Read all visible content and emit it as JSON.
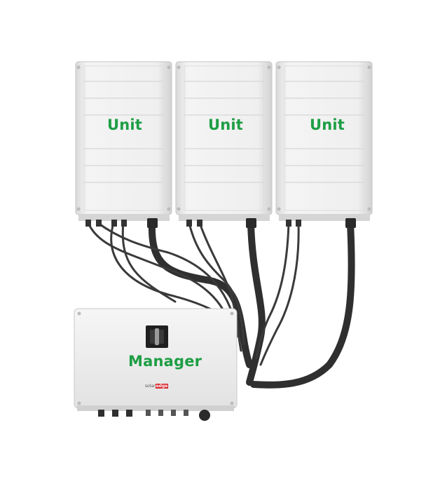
{
  "units": [
    {
      "label": "Unit"
    },
    {
      "label": "Unit"
    },
    {
      "label": "Unit"
    }
  ],
  "manager": {
    "label": "Manager",
    "brand_prefix": "solar",
    "brand_suffix": "edge"
  },
  "colors": {
    "label_green": "#1e9e45",
    "housing": "#ededed",
    "cable": "#3a3a3a",
    "brand_red": "#d8282e"
  }
}
